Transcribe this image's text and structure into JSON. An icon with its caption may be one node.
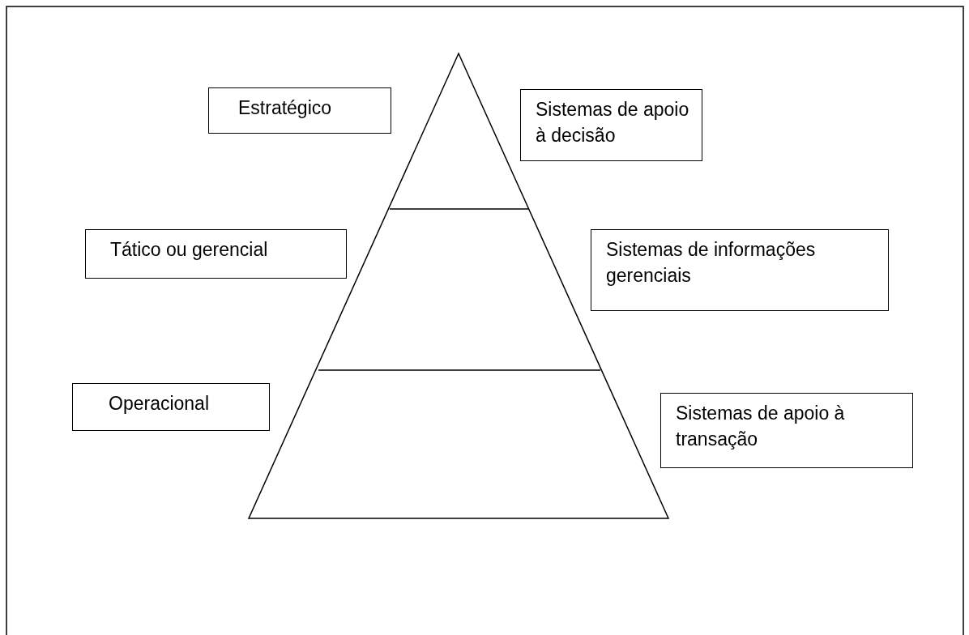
{
  "diagram": {
    "nodes": [
      {
        "text": [
          "Estratégico"
        ]
      },
      {
        "text": [
          "Sistemas de apoio à decisão"
        ]
      },
      {
        "text": [
          "Tático ou gerencial"
        ]
      },
      {
        "text": [
          "Sistemas de informações gerenciais"
        ]
      },
      {
        "text": [
          "Operacional"
        ]
      },
      {
        "text": [
          "Sistemas de apoio à transação"
        ]
      }
    ],
    "edges": []
  }
}
